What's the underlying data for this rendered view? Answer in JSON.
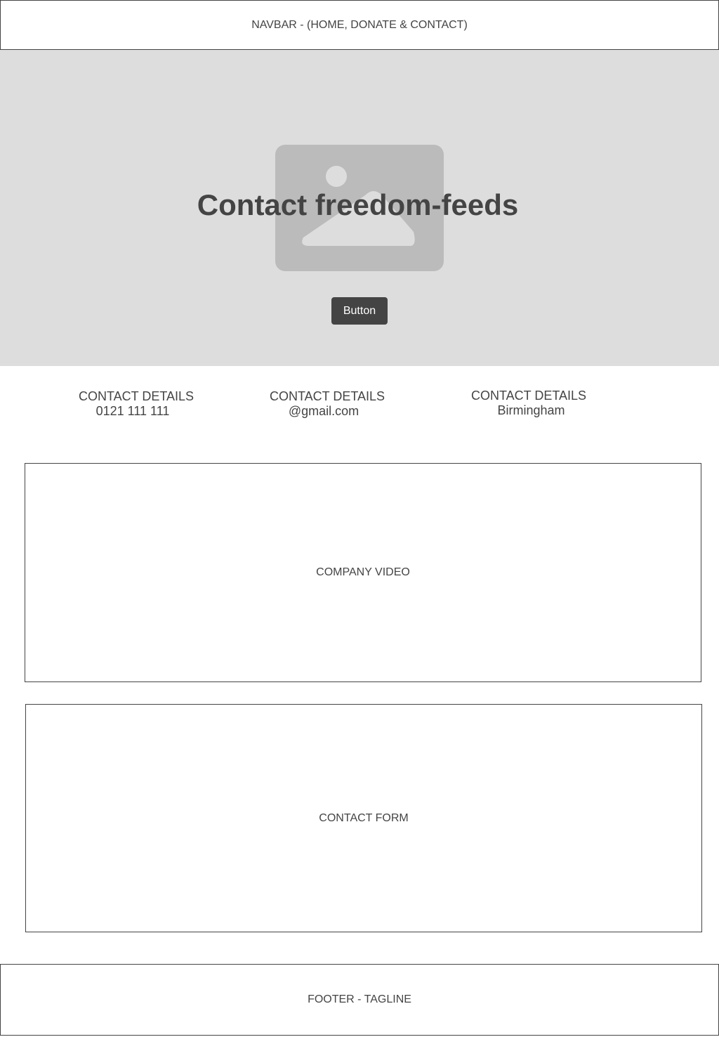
{
  "navbar": {
    "label": "NAVBAR - (HOME, DONATE & CONTACT)"
  },
  "hero": {
    "title": "Contact freedom-feeds",
    "button_label": "Button",
    "image_icon": "image-placeholder-icon",
    "colors": {
      "background": "#dddddd",
      "placeholder": "#bbbbbb",
      "button": "#444444"
    }
  },
  "contact_details": [
    {
      "title": "CONTACT DETAILS",
      "value": "0121 111 111"
    },
    {
      "title": "CONTACT DETAILS",
      "value": "@gmail.com"
    },
    {
      "title": "CONTACT DETAILS",
      "value": "Birmingham"
    }
  ],
  "video": {
    "label": "COMPANY VIDEO"
  },
  "contact_form": {
    "label": "CONTACT FORM"
  },
  "footer": {
    "label": "FOOTER - TAGLINE"
  }
}
